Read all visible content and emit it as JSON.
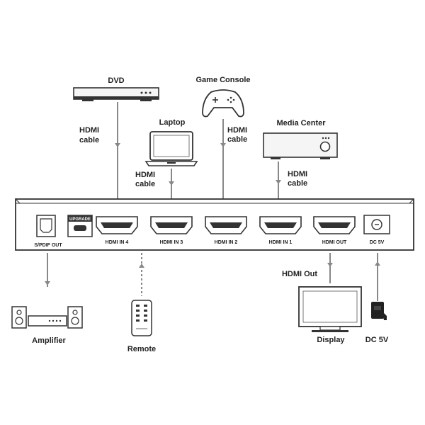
{
  "devices": {
    "dvd": "DVD",
    "game_console": "Game Console",
    "laptop": "Laptop",
    "media_center": "Media Center",
    "amplifier": "Amplifier",
    "remote": "Remote",
    "display": "Display",
    "dc_power": "DC 5V"
  },
  "cables": {
    "dvd_cable": [
      "HDMI",
      "cable"
    ],
    "game_cable": [
      "HDMI",
      "cable"
    ],
    "laptop_cable": [
      "HDMI",
      "cable"
    ],
    "media_cable": [
      "HDMI",
      "cable"
    ],
    "hdmi_out": "HDMI Out"
  },
  "switch_ports": {
    "spdif": "S/PDIF OUT",
    "upgrade": "UPGRADE",
    "in4": "HDMI IN 4",
    "in3": "HDMI IN 3",
    "in2": "HDMI IN 2",
    "in1": "HDMI IN 1",
    "out": "HDMI OUT",
    "dc": "DC 5V"
  }
}
